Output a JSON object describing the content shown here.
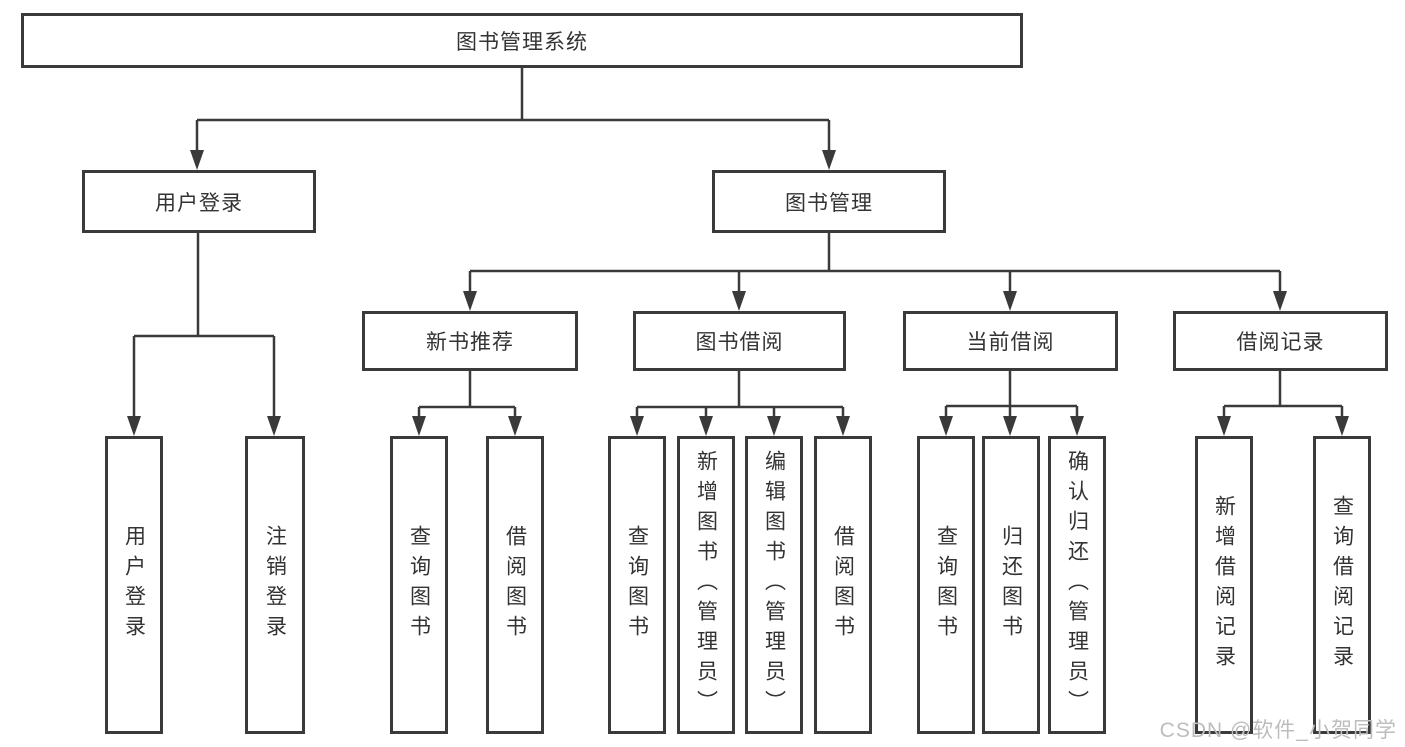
{
  "tree": {
    "root": {
      "label": "图书管理系统",
      "children": [
        {
          "label": "用户登录",
          "children": [
            {
              "label": "用户登录"
            },
            {
              "label": "注销登录"
            }
          ]
        },
        {
          "label": "图书管理",
          "children": [
            {
              "label": "新书推荐",
              "children": [
                {
                  "label": "查询图书"
                },
                {
                  "label": "借阅图书"
                }
              ]
            },
            {
              "label": "图书借阅",
              "children": [
                {
                  "label": "查询图书"
                },
                {
                  "label": "新增图书（管理员）"
                },
                {
                  "label": "编辑图书（管理员）"
                },
                {
                  "label": "借阅图书"
                }
              ]
            },
            {
              "label": "当前借阅",
              "children": [
                {
                  "label": "查询图书"
                },
                {
                  "label": "归还图书"
                },
                {
                  "label": "确认归还（管理员）"
                }
              ]
            },
            {
              "label": "借阅记录",
              "children": [
                {
                  "label": "新增借阅记录"
                },
                {
                  "label": "查询借阅记录"
                }
              ]
            }
          ]
        }
      ]
    }
  },
  "watermark": {
    "text": "CSDN @软件_小贺同学"
  },
  "colors": {
    "line": "#3a3a3a",
    "text": "#333333",
    "background": "#ffffff",
    "watermark": "#bdbdbd"
  }
}
